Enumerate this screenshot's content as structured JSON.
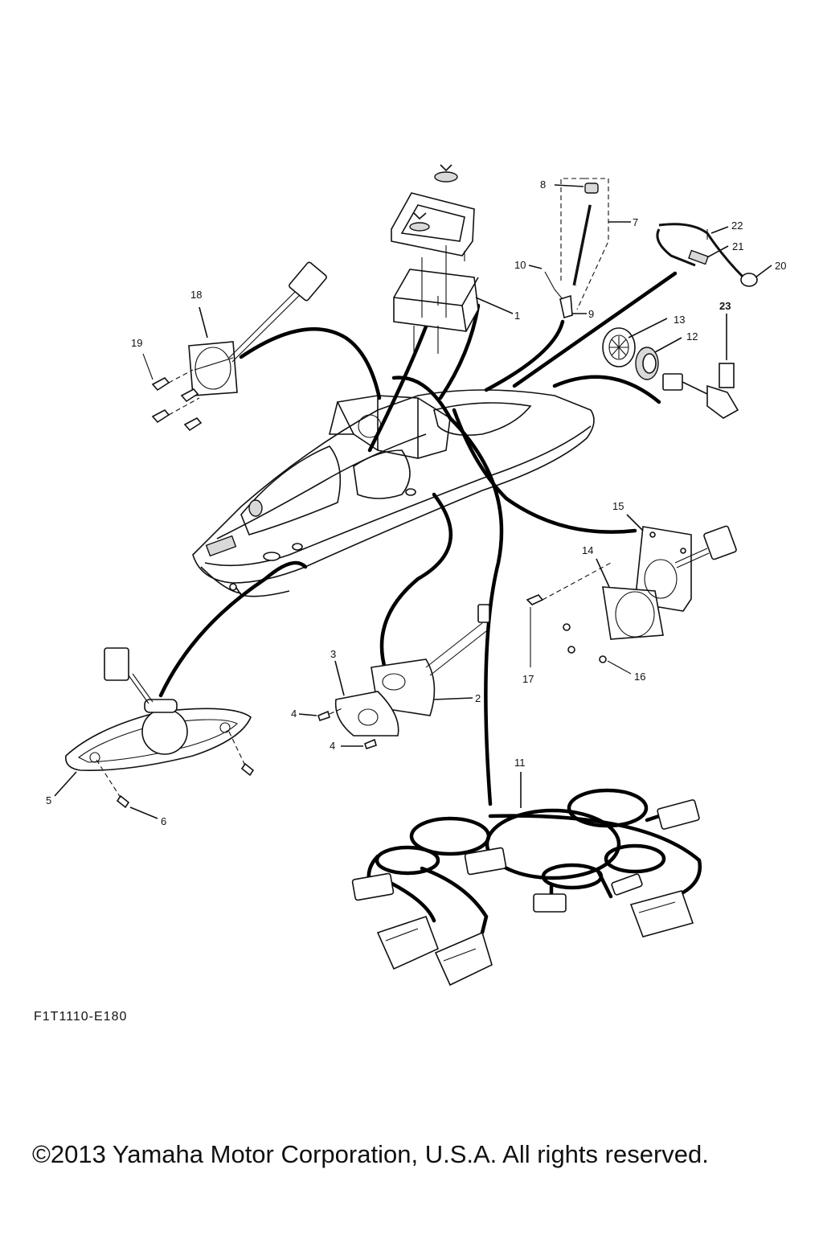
{
  "diagram": {
    "code": "F1T1110-E180",
    "copyright": "©2013 Yamaha Motor Corporation, U.S.A. All rights reserved.",
    "callouts": {
      "c1": "1",
      "c2": "2",
      "c3": "3",
      "c4a": "4",
      "c4b": "4",
      "c5": "5",
      "c6": "6",
      "c7": "7",
      "c8": "8",
      "c9": "9",
      "c10": "10",
      "c11": "11",
      "c12": "12",
      "c13": "13",
      "c14": "14",
      "c15": "15",
      "c16": "16",
      "c17": "17",
      "c18": "18",
      "c19": "19",
      "c20": "20",
      "c21": "21",
      "c22": "22",
      "c23": "23"
    }
  }
}
